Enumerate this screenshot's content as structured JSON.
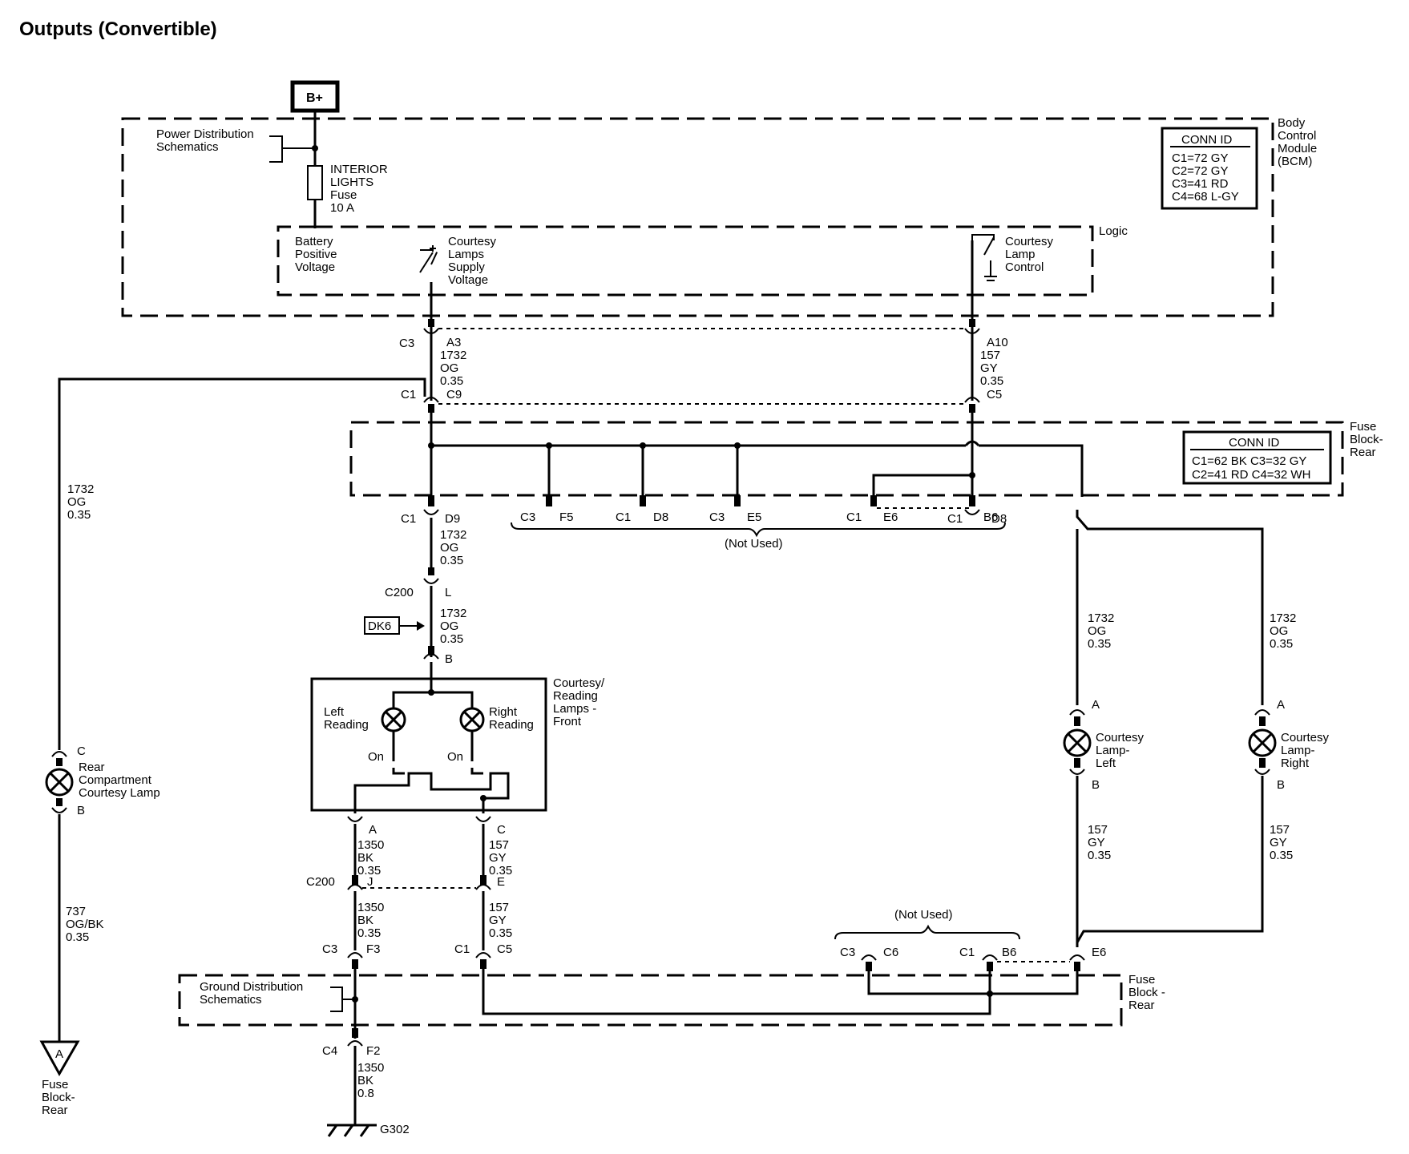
{
  "title": "Outputs (Convertible)",
  "b_plus": "B+",
  "bcm": {
    "label": [
      "Body",
      "Control",
      "Module",
      "(BCM)"
    ],
    "conn_id": {
      "header": "CONN ID",
      "rows": [
        "C1=72 GY",
        "C2=72 GY",
        "C3=41 RD",
        "C4=68 L-GY"
      ]
    },
    "power_dist": [
      "Power Distribution",
      "Schematics"
    ],
    "fuse": [
      "INTERIOR",
      "LIGHTS",
      "Fuse",
      "10 A"
    ],
    "battery": [
      "Battery",
      "Positive",
      "Voltage"
    ],
    "supply": [
      "Courtesy",
      "Lamps",
      "Supply",
      "Voltage"
    ],
    "control": [
      "Courtesy",
      "Lamp",
      "Control"
    ],
    "logic": "Logic"
  },
  "fuse_block_top": {
    "label": [
      "Fuse",
      "Block-",
      "Rear"
    ],
    "conn_id": {
      "header": "CONN ID",
      "rows": [
        "C1=62 BK  C3=32 GY",
        "C2=41 RD  C4=32 WH"
      ]
    },
    "not_used": "(Not Used)",
    "pins": [
      "C3",
      "F5",
      "C1",
      "D8",
      "C3",
      "E5",
      "C1",
      "E6",
      "B6"
    ]
  },
  "wire_labels": {
    "c3": "C3",
    "a3": [
      "A3",
      "1732",
      "OG",
      "0.35"
    ],
    "c1_c9": [
      "C1",
      "C9"
    ],
    "a10": [
      "A10",
      "157",
      "GY",
      "0.35"
    ],
    "c5": "C5",
    "left_wire": [
      "1732",
      "OG",
      "0.35"
    ],
    "c1_d9": [
      "C1",
      "D9"
    ],
    "d9_wire": [
      "1732",
      "OG",
      "0.35"
    ],
    "c200": "C200",
    "l": "L",
    "l_wire": [
      "1732",
      "OG",
      "0.35"
    ],
    "dk6": "DK6",
    "b": "B",
    "c1_d8": [
      "C1",
      "D8"
    ],
    "lamp_left_wire_top": [
      "1732",
      "OG",
      "0.35"
    ],
    "lamp_right_wire_top": [
      "1732",
      "OG",
      "0.35"
    ],
    "lamp_left_wire_bot": [
      "157",
      "GY",
      "0.35"
    ],
    "lamp_right_wire_bot": [
      "157",
      "GY",
      "0.35"
    ],
    "wire_737": [
      "737",
      "OG/BK",
      "0.35"
    ]
  },
  "front_lamps": {
    "label": [
      "Courtesy/",
      "Reading",
      "Lamps -",
      "Front"
    ],
    "left": [
      "Left",
      "Reading"
    ],
    "right": [
      "Right",
      "Reading"
    ],
    "on": "On",
    "pin_a": "A",
    "pin_c": "C",
    "wire_a": [
      "1350",
      "BK",
      "0.35"
    ],
    "wire_c": [
      "157",
      "GY",
      "0.35"
    ],
    "c200": "C200",
    "j": "J",
    "e": "E",
    "wire_j": [
      "1350",
      "BK",
      "0.35"
    ],
    "wire_e": [
      "157",
      "GY",
      "0.35"
    ],
    "c3_f3": [
      "C3",
      "F3"
    ],
    "c1_c5": [
      "C1",
      "C5"
    ]
  },
  "rear_compartment": {
    "pin_c": "C",
    "label": [
      "Rear",
      "Compartment",
      "Courtesy Lamp"
    ],
    "pin_b": "B"
  },
  "courtesy_left": {
    "pin_a": "A",
    "label": [
      "Courtesy",
      "Lamp-",
      "Left"
    ],
    "pin_b": "B"
  },
  "courtesy_right": {
    "pin_a": "A",
    "label": [
      "Courtesy",
      "Lamp-",
      "Right"
    ],
    "pin_b": "B"
  },
  "fuse_block_bottom": {
    "label": [
      "Fuse",
      "Block -",
      "Rear"
    ],
    "ground_dist": [
      "Ground Distribution",
      "Schematics"
    ],
    "not_used": "(Not Used)",
    "pins": [
      "C3",
      "C6",
      "C1",
      "B6",
      "E6"
    ],
    "c4_f2": [
      "C4",
      "F2"
    ],
    "wire_f2": [
      "1350",
      "BK",
      "0.8"
    ],
    "ground": "G302"
  },
  "offpage": {
    "letter": "A",
    "label": [
      "Fuse",
      "Block-",
      "Rear"
    ]
  }
}
